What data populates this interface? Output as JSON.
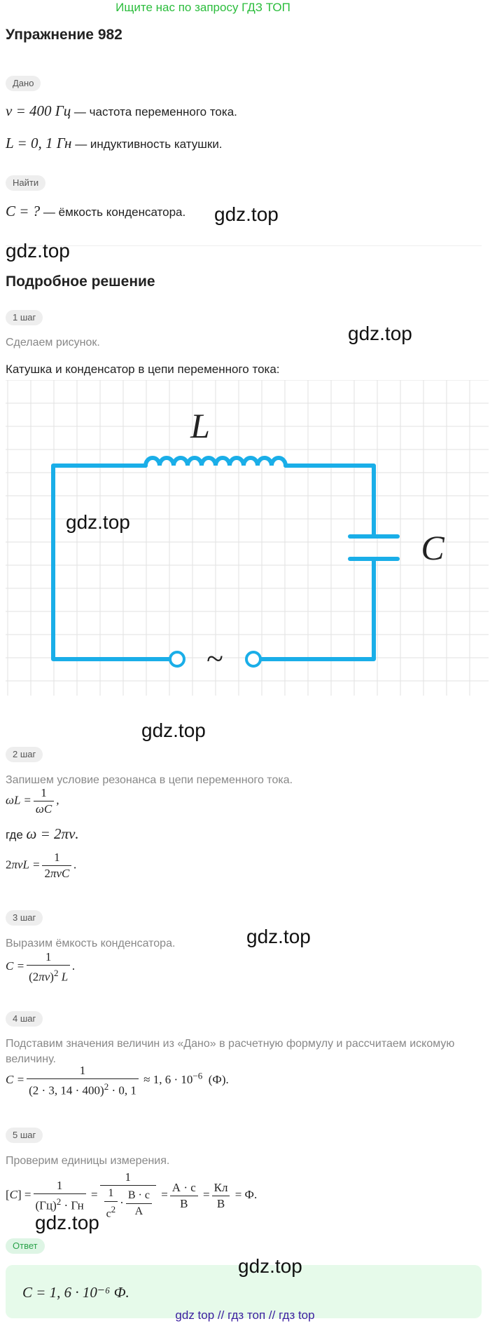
{
  "banner": "Ищите нас по запросу ГДЗ ТОП",
  "title": "Упражнение 982",
  "given": {
    "chip": "Дано",
    "line1": {
      "math": "ν = 400 Гц",
      "text": " — частота переменного тока."
    },
    "line2": {
      "math": "L = 0, 1 Гн",
      "text": " — индуктивность катушки."
    }
  },
  "find": {
    "chip": "Найти",
    "line": {
      "math": "C = ?",
      "text": " — ёмкость конденсатора."
    }
  },
  "watermark": "gdz.top",
  "solution_title": "Подробное решение",
  "steps": {
    "s1": {
      "chip": "1 шаг",
      "text": "Сделаем рисунок.",
      "caption": "Катушка и конденсатор в цепи переменного тока:"
    },
    "s2": {
      "chip": "2 шаг",
      "text": "Запишем условие резонанса в цепи переменного тока.",
      "where_prefix": "где",
      "where_math": "ω = 2πν."
    },
    "s3": {
      "chip": "3 шаг",
      "text": "Выразим ёмкость конденсатора."
    },
    "s4": {
      "chip": "4 шаг",
      "text": "Подставим значения величин из «Дано» в расчетную формулу и рассчитаем искомую величину."
    },
    "s5": {
      "chip": "5 шаг",
      "text": "Проверим единицы измерения."
    }
  },
  "diagram": {
    "inductor_label": "L",
    "capacitor_label": "C",
    "source_symbol": "~",
    "line_color": "#1aaee8",
    "grid_color": "#e2e2e2"
  },
  "answer": {
    "chip": "Ответ",
    "math": "C = 1, 6 · 10⁻⁶ Ф."
  },
  "footer": "gdz top  //  гдз топ  //  гдз top"
}
